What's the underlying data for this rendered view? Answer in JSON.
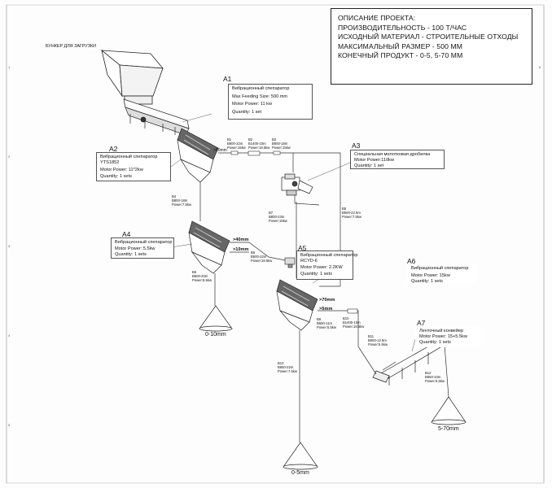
{
  "project_description": {
    "lines": [
      "ОПИСАНИЕ ПРОЕКТА:",
      "ПРОИЗВОДИТЕЛЬНОСТЬ - 100 Т/ЧАС",
      "ИСХОДНЫЙ МАТЕРИАЛ - СТРОИТЕЛЬНЫЕ ОТХОДЫ",
      "МАКСИМАЛЬНЫЙ РАЗМЕР - 500 ММ",
      "КОНЕЧНЫЙ ПРОДУКТ - 0-5, 5-70 ММ"
    ]
  },
  "hopper_label": "БУНКЕР ДЛЯ ЗАГРУЗКИ",
  "equipment": {
    "A1": {
      "id": "A1",
      "lines": [
        "Вибрационный спепаратор",
        "Max Feeding Size: 500 mm",
        "Motor Power: 11 kw",
        "Quantity: 1 set"
      ]
    },
    "A2": {
      "id": "A2",
      "lines": [
        "Вибрационный спепаратор",
        "YTS1852",
        "Motor Power: 11*2kw",
        "Quantity: 1 sets"
      ]
    },
    "A3": {
      "id": "A3",
      "lines": [
        "Специальная молотковая дробилка",
        "Motor Power:110kw",
        "Quantity: 1 set"
      ]
    },
    "A4": {
      "id": "A4",
      "lines": [
        "Вибрационный спепаратор",
        "Motor Power: 5.5kw",
        "Quantity: 1 sets"
      ]
    },
    "A5": {
      "id": "A5",
      "lines": [
        "Вибрационный спепаратор",
        "RCYD-6",
        "Motor Power: 2.2KW",
        "Quantity: 1 sets"
      ]
    },
    "A6": {
      "id": "A6",
      "lines": [
        "Вибрационный спепаратор",
        "Motor Power: 15kw",
        "Quantity: 1 sets"
      ]
    },
    "A7": {
      "id": "A7",
      "lines": [
        "Ленточный конвейер",
        "Motor Power: 15+5.5kw",
        "Quantity: 1 sets"
      ]
    }
  },
  "belts": {
    "B1": [
      "B1",
      "B800-22m",
      "Power:15kw"
    ],
    "B2": [
      "B2",
      "B1400-10m",
      "Power:18.5kw"
    ],
    "B3": [
      "B3",
      "B800-18m",
      "Power:15kw"
    ],
    "B4": [
      "B4",
      "B800-18m",
      "Power:7.5kw"
    ],
    "B5": [
      "B5",
      "B500-22m",
      "Power:18.5kw"
    ],
    "B6": [
      "B6",
      "B500-20m",
      "Power:5.5kw"
    ],
    "B7": [
      "B7",
      "B800-23m",
      "Power:15kw"
    ],
    "B8": [
      "B8",
      "B500-22.5m",
      "Power:7.5kw"
    ],
    "B9": [
      "B9",
      "B650-11m",
      "Power:5.5kw"
    ],
    "B10": [
      "B10",
      "B1400-10m",
      "Power:18.5kw"
    ],
    "B11": [
      "B11",
      "B650-12.5m",
      "Power:5.5kw"
    ],
    "B12": [
      "B12",
      "B650-10m",
      "Power:5.5kw"
    ],
    "B13": [
      "B13",
      "B650-22m",
      "Power:7.5kw"
    ]
  },
  "size_labels": {
    "s1": ">80mm",
    "s2": ">40mm",
    "s3": ">10mm",
    "s4": ">70mm",
    "s5": ">5mm"
  },
  "products": {
    "p1": "0-10mm",
    "p2": "0-5mm",
    "p3": "5-70mm"
  },
  "border_marks": [
    "1",
    "2",
    "3",
    "4",
    "5",
    "6"
  ]
}
